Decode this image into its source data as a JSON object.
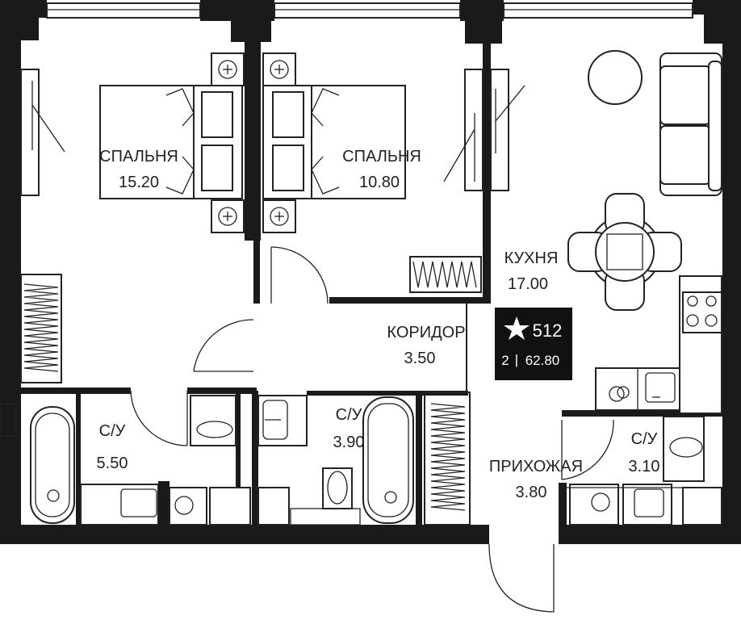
{
  "colors": {
    "wall": "#1a1a1a",
    "line": "#222222",
    "fill": "#ffffff",
    "badge_bg": "#111111",
    "badge_text": "#ffffff"
  },
  "rooms": {
    "bedroom_left": {
      "name": "СПАЛЬНЯ",
      "area": "15.20"
    },
    "bedroom_right": {
      "name": "СПАЛЬНЯ",
      "area": "10.80"
    },
    "kitchen": {
      "name": "КУХНЯ",
      "area": "17.00"
    },
    "corridor": {
      "name": "КОРИДОР",
      "area": "3.50"
    },
    "bath_left": {
      "name": "С/У",
      "area": "5.50"
    },
    "bath_middle": {
      "name": "С/У",
      "area": "3.90"
    },
    "bath_right": {
      "name": "С/У",
      "area": "3.10"
    },
    "hallway": {
      "name": "ПРИХОЖАЯ",
      "area": "3.80"
    }
  },
  "badge": {
    "star_icon": "star-icon",
    "number": "512",
    "rooms_count": "2",
    "separator": "|",
    "total_area": "62.80"
  }
}
